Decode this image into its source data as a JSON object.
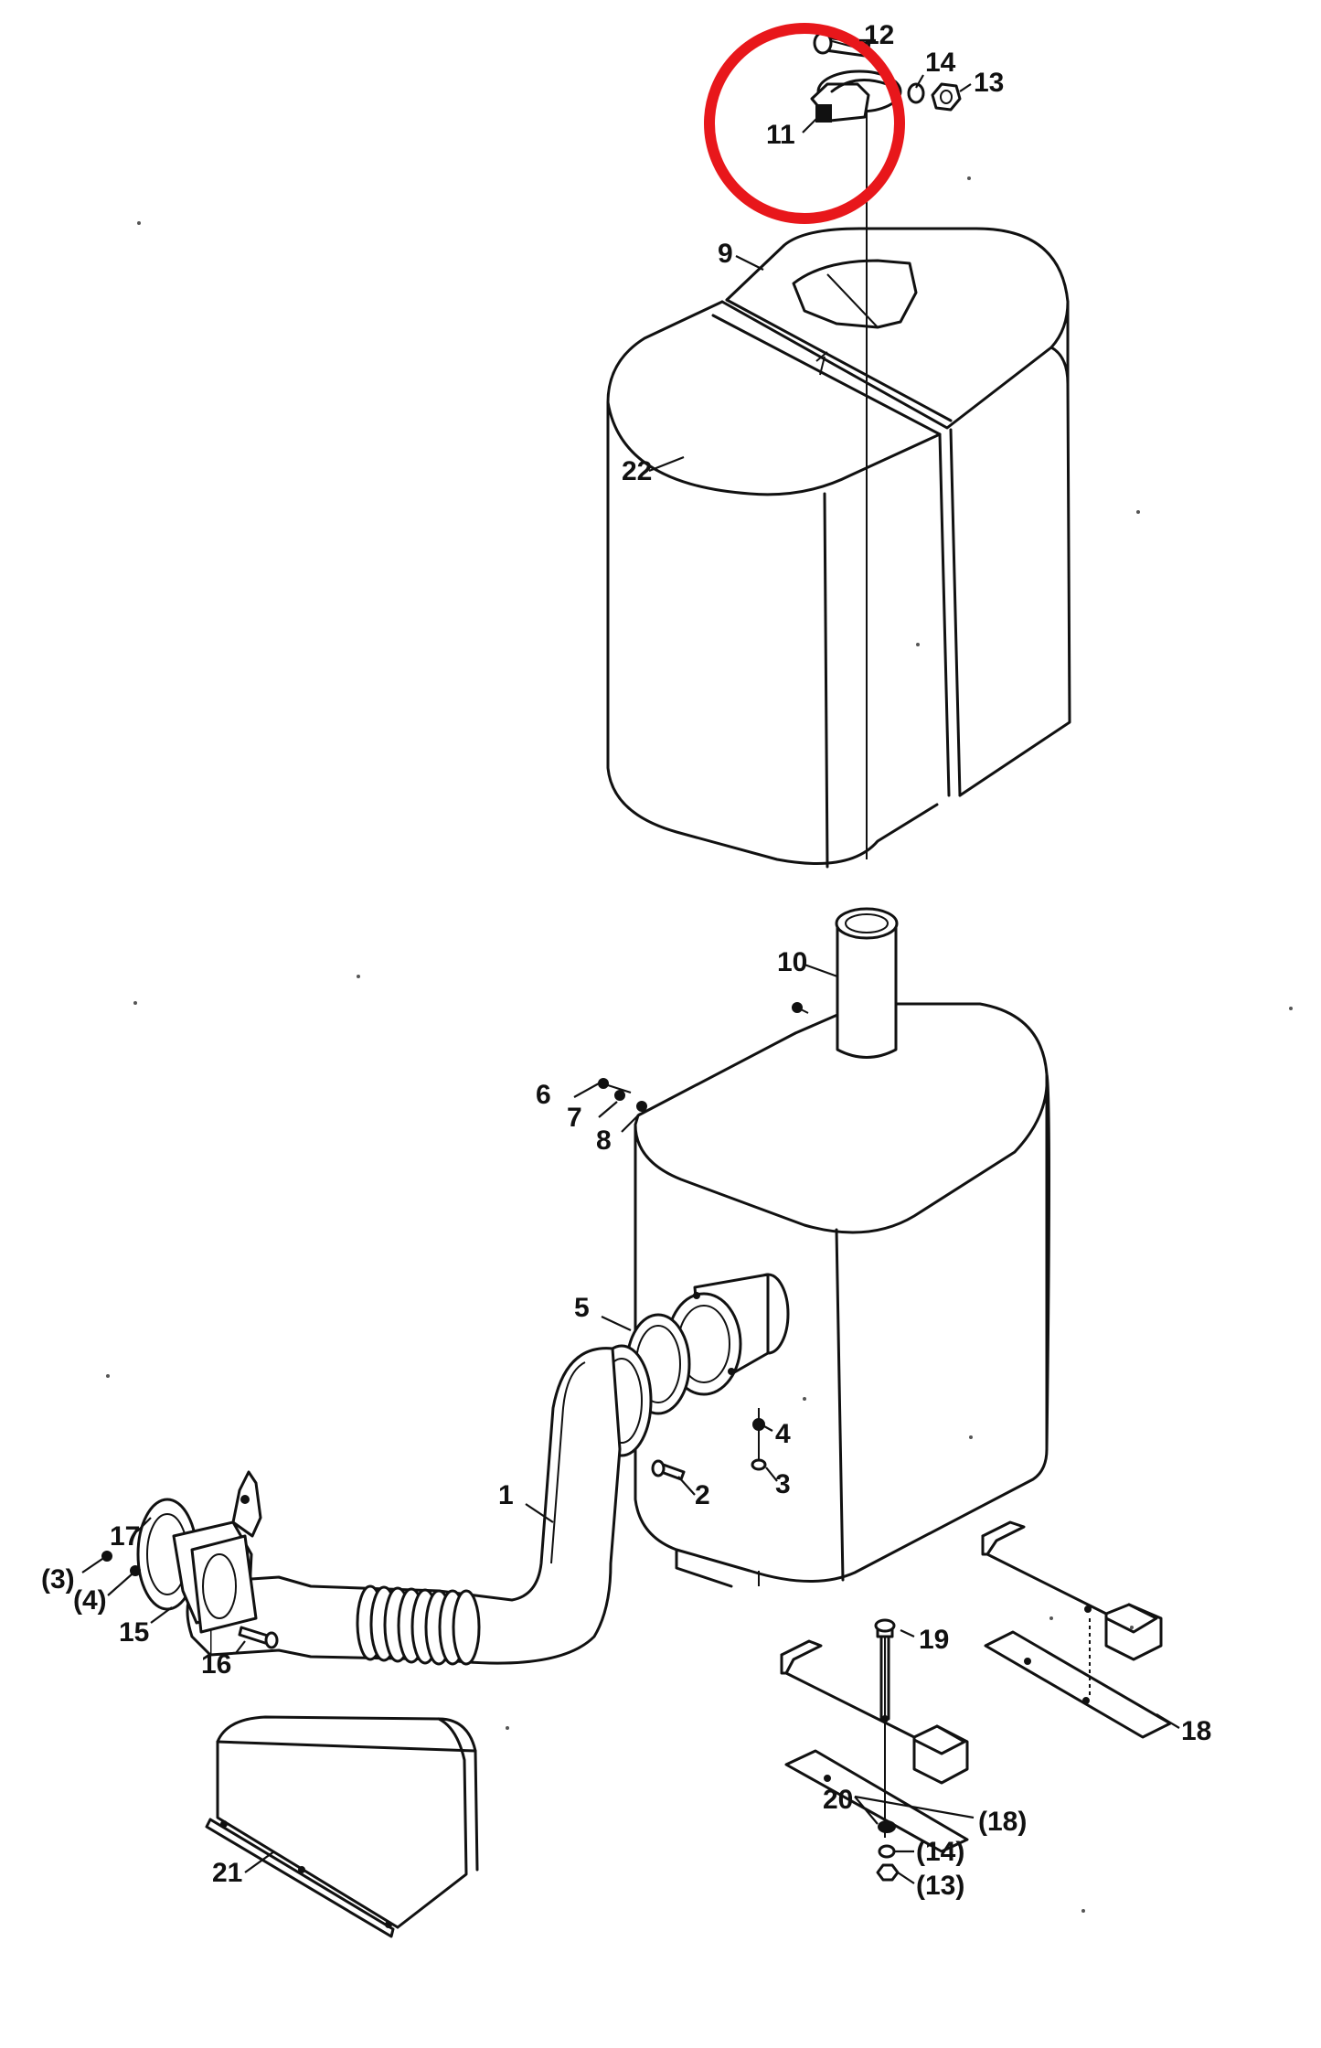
{
  "diagram": {
    "callouts": [
      {
        "id": "c12",
        "label": "12"
      },
      {
        "id": "c14",
        "label": "14"
      },
      {
        "id": "c13",
        "label": "13"
      },
      {
        "id": "c11",
        "label": "11"
      },
      {
        "id": "c9",
        "label": "9"
      },
      {
        "id": "c22",
        "label": "22"
      },
      {
        "id": "c10",
        "label": "10"
      },
      {
        "id": "c6",
        "label": "6"
      },
      {
        "id": "c7",
        "label": "7"
      },
      {
        "id": "c8",
        "label": "8"
      },
      {
        "id": "c5",
        "label": "5"
      },
      {
        "id": "c4",
        "label": "4"
      },
      {
        "id": "c2",
        "label": "2"
      },
      {
        "id": "c3",
        "label": "3"
      },
      {
        "id": "c1",
        "label": "1"
      },
      {
        "id": "c17",
        "label": "17"
      },
      {
        "id": "c3p",
        "label": "(3)"
      },
      {
        "id": "c4p",
        "label": "(4)"
      },
      {
        "id": "c15",
        "label": "15"
      },
      {
        "id": "c16",
        "label": "16"
      },
      {
        "id": "c19",
        "label": "19"
      },
      {
        "id": "c18",
        "label": "18"
      },
      {
        "id": "c20",
        "label": "20"
      },
      {
        "id": "c18p",
        "label": "(18)"
      },
      {
        "id": "c14p",
        "label": "(14)"
      },
      {
        "id": "c13p",
        "label": "(13)"
      },
      {
        "id": "c21",
        "label": "21"
      }
    ],
    "highlight": {
      "color": "#e8171b",
      "target": "11"
    }
  }
}
